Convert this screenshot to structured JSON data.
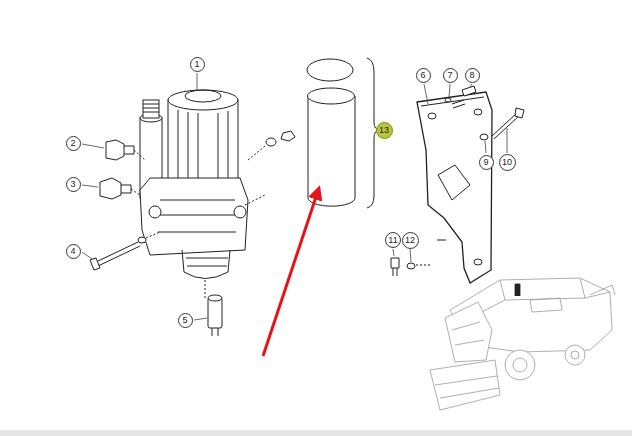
{
  "diagram": {
    "nodes": [
      {
        "text": [
          "1"
        ]
      },
      {
        "text": [
          "6"
        ]
      },
      {
        "text": [
          "7"
        ]
      },
      {
        "text": [
          "8"
        ]
      },
      {
        "text": [
          "13"
        ]
      },
      {
        "text": [
          "2"
        ]
      },
      {
        "text": [
          "9"
        ]
      },
      {
        "text": [
          "10"
        ]
      },
      {
        "text": [
          "3"
        ]
      },
      {
        "text": [
          "11"
        ]
      },
      {
        "text": [
          "12"
        ]
      },
      {
        "text": [
          "4"
        ]
      },
      {
        "text": [
          "5"
        ]
      }
    ]
  }
}
